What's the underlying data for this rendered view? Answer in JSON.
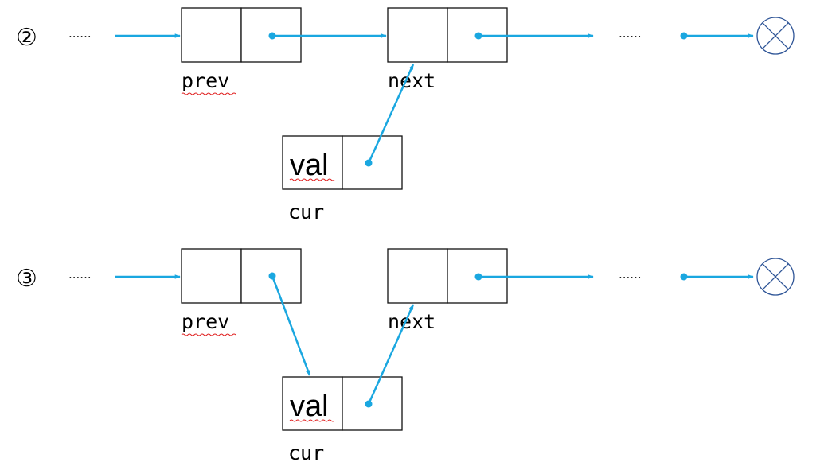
{
  "colors": {
    "arrow": "#1aa7e0",
    "box_stroke": "#111111",
    "null_symbol": "#2f5597",
    "spellcheck": "#e02020"
  },
  "panels": [
    {
      "step": "②",
      "leading_ellipsis": "......",
      "trailing_ellipsis": "......",
      "prev_label": "prev",
      "next_label": "next",
      "cur_label": "cur",
      "cur_value": "val",
      "end_icon": "null-terminator-icon",
      "links": [
        "prev-to-next",
        "cur-to-next"
      ]
    },
    {
      "step": "③",
      "leading_ellipsis": "......",
      "trailing_ellipsis": "......",
      "prev_label": "prev",
      "next_label": "next",
      "cur_label": "cur",
      "cur_value": "val",
      "end_icon": "null-terminator-icon",
      "links": [
        "prev-to-cur",
        "cur-to-next"
      ]
    }
  ]
}
